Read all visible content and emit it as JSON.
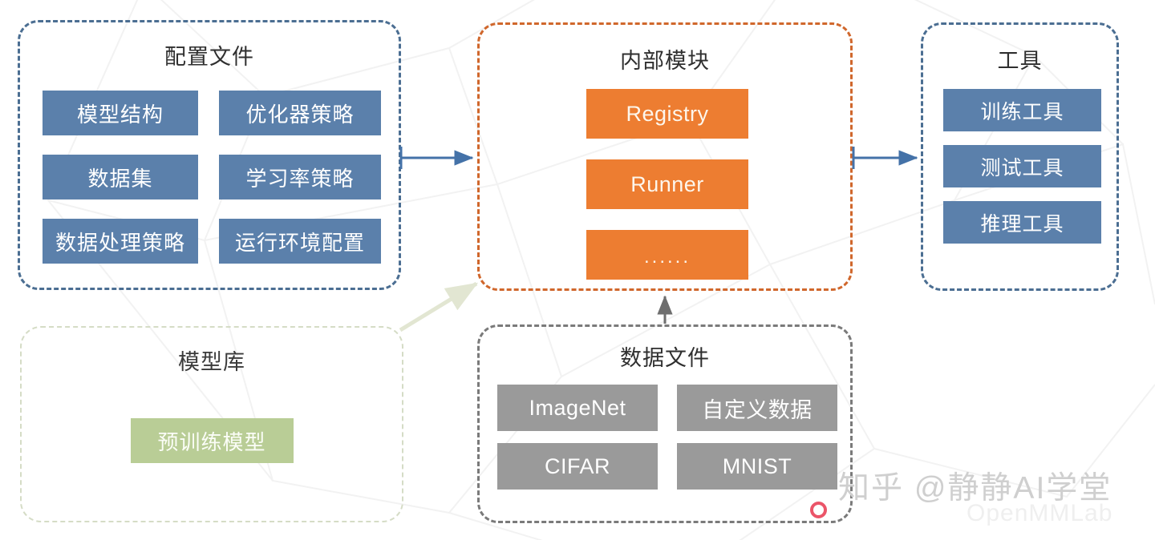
{
  "diagram": {
    "title_visible": false,
    "colors": {
      "blue_chip": "#5b80ab",
      "orange_chip": "#ed7d31",
      "gray_chip": "#9a9a9a",
      "green_chip": "#b9cd96",
      "blue_border": "#4b6e92",
      "orange_border": "#d0672c",
      "gray_border": "#7a7a7a",
      "green_border": "#d5dcc6",
      "arrow_blue": "#4472a8",
      "arrow_gray": "#6e6e6e",
      "arrow_green": "#e2e6d2"
    }
  },
  "panels": {
    "config": {
      "title": "配置文件",
      "items": [
        "模型结构",
        "优化器策略",
        "数据集",
        "学习率策略",
        "数据处理策略",
        "运行环境配置"
      ]
    },
    "internal": {
      "title": "内部模块",
      "items": [
        "Registry",
        "Runner",
        "......"
      ]
    },
    "tools": {
      "title": "工具",
      "items": [
        "训练工具",
        "测试工具",
        "推理工具"
      ]
    },
    "modelzoo": {
      "title": "模型库",
      "items": [
        "预训练模型"
      ]
    },
    "datafiles": {
      "title": "数据文件",
      "items": [
        "ImageNet",
        "自定义数据",
        "CIFAR",
        "MNIST"
      ]
    }
  },
  "connectors": [
    {
      "name": "config-to-internal",
      "from": "config",
      "to": "internal",
      "direction": "right",
      "color": "#4472a8"
    },
    {
      "name": "internal-to-tools",
      "from": "internal",
      "to": "tools",
      "direction": "right",
      "color": "#4472a8"
    },
    {
      "name": "datafiles-to-internal",
      "from": "datafiles",
      "to": "internal",
      "direction": "up",
      "color": "#6e6e6e"
    },
    {
      "name": "modelzoo-to-internal",
      "from": "modelzoo",
      "to": "internal",
      "direction": "up-right",
      "color": "#e2e6d2"
    }
  ],
  "watermark": {
    "main": "知乎 @静静AI学堂",
    "sub": "OpenMMLab"
  }
}
